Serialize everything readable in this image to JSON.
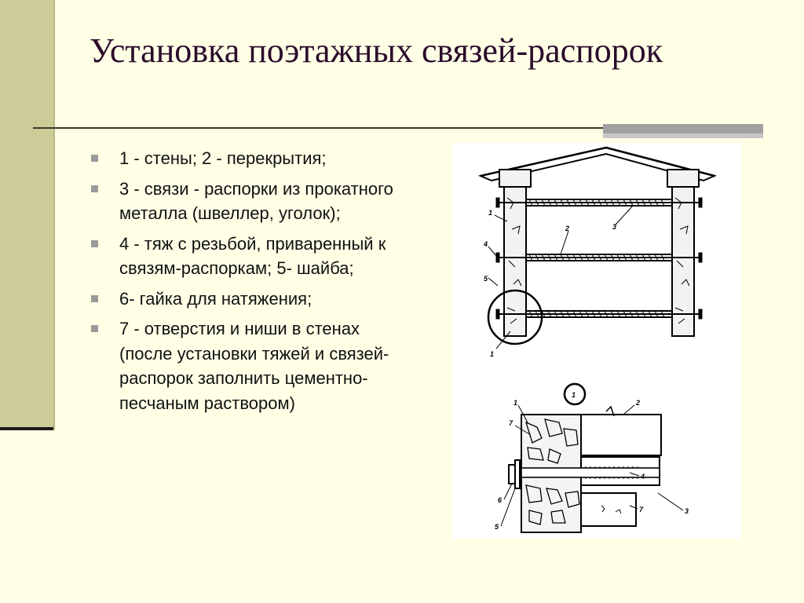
{
  "slide": {
    "title": "Установка поэтажных связей-распорок",
    "bullets": [
      "1 - стены; 2 - перекрытия;",
      "3 - связи - распорки из прокатного металла (швеллер, уголок);",
      "4 - тяж с резьбой, приваренный к связям-распоркам; 5- шайба;",
      "6- гайка для натяжения;",
      "7 - отверстия и ниши в стенах (после установки тяжей и связей-распорок заполнить цементно-песчаным раствором)"
    ]
  },
  "figure": {
    "top_labels": [
      "1",
      "4",
      "5",
      "1",
      "2",
      "3"
    ],
    "callout": "1",
    "detail_labels": [
      "1",
      "7",
      "2",
      "6",
      "5",
      "4",
      "7",
      "3"
    ]
  },
  "colors": {
    "background": "#ffffe6",
    "side_band": "#cccc99",
    "title": "#2b0b2b",
    "bullet_mark": "#9a9a9a"
  }
}
